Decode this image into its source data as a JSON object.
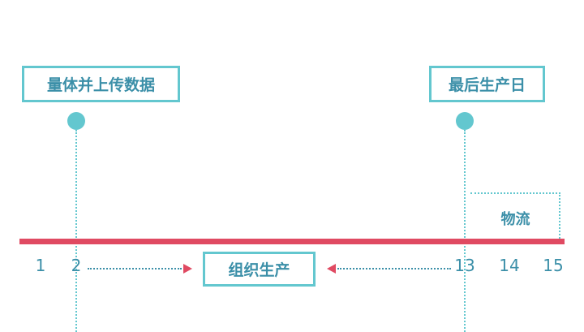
{
  "labels": {
    "upload_data": "量体并上传数据",
    "last_production_day": "最后生产日",
    "organize_production": "组织生产",
    "logistics": "物流"
  },
  "timeline": {
    "ticks": [
      "1",
      "2",
      "13",
      "14",
      "15"
    ]
  },
  "colors": {
    "accent_teal": "#63c7cf",
    "text_teal": "#3b8fa8",
    "timeline_red": "#e04a62"
  }
}
